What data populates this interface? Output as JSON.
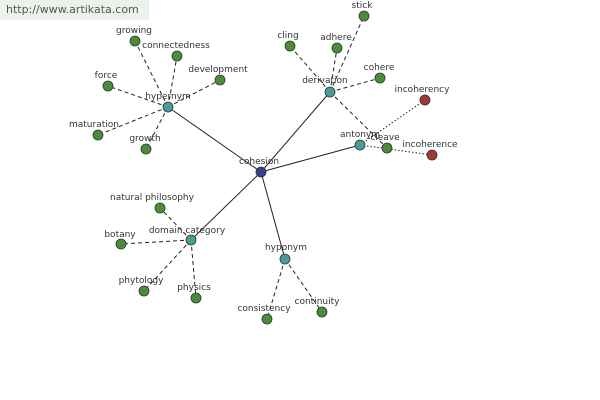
{
  "banner": {
    "url": "http://www.artikata.com"
  },
  "colors": {
    "center": "#3c3c8c",
    "relation": "#4e9a9a",
    "term": "#4b8b3b",
    "antonym_term": "#a03a3a"
  },
  "graph": {
    "center": {
      "id": "cohesion",
      "label": "cohesion"
    },
    "relations": [
      {
        "id": "hypernym",
        "label": "hypernym",
        "terms": [
          "growing",
          "connectedness",
          "development",
          "force",
          "maturation",
          "growth"
        ]
      },
      {
        "id": "derivation",
        "label": "derivation",
        "terms": [
          "cling",
          "adhere",
          "stick",
          "cohere",
          "cleave"
        ]
      },
      {
        "id": "antonym",
        "label": "antonym",
        "terms": [
          "incoherency",
          "incoherence"
        ]
      },
      {
        "id": "domain_category",
        "label": "domain category",
        "terms": [
          "natural philosophy",
          "botany",
          "phytology",
          "physics"
        ]
      },
      {
        "id": "hyponym",
        "label": "hyponym",
        "terms": [
          "consistency",
          "continuity"
        ]
      }
    ]
  }
}
